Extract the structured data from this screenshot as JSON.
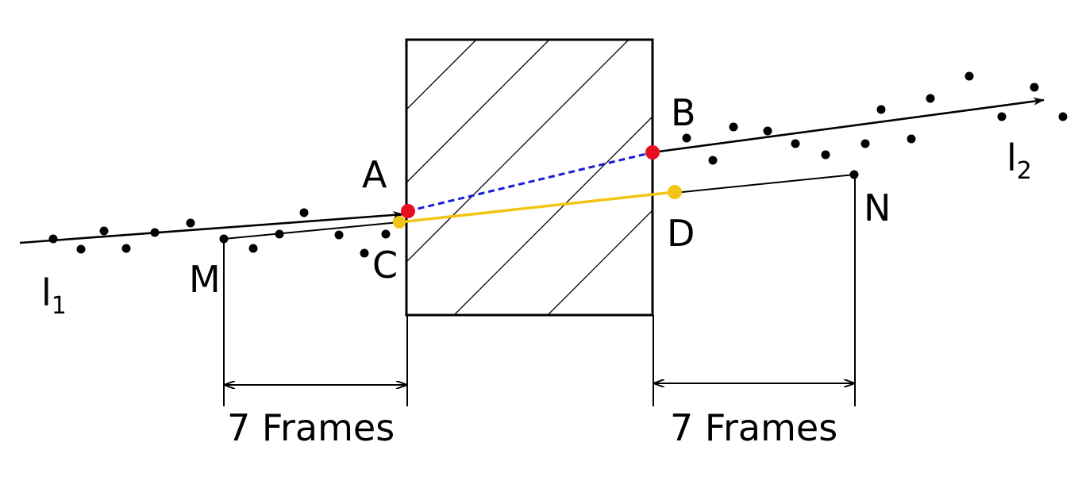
{
  "points": {
    "A": "A",
    "B": "B",
    "C": "C",
    "D": "D",
    "M": "M",
    "N": "N"
  },
  "lines": {
    "l1": {
      "base": "l",
      "sub": "1"
    },
    "l2": {
      "base": "l",
      "sub": "2"
    }
  },
  "spans": {
    "left": "7 Frames",
    "right": "7 Frames"
  },
  "colors": {
    "endpoints_AB": "#e8101f",
    "segment_AB": "#1a1adb",
    "segment_CD": "#f2c515",
    "ink": "#000000"
  }
}
